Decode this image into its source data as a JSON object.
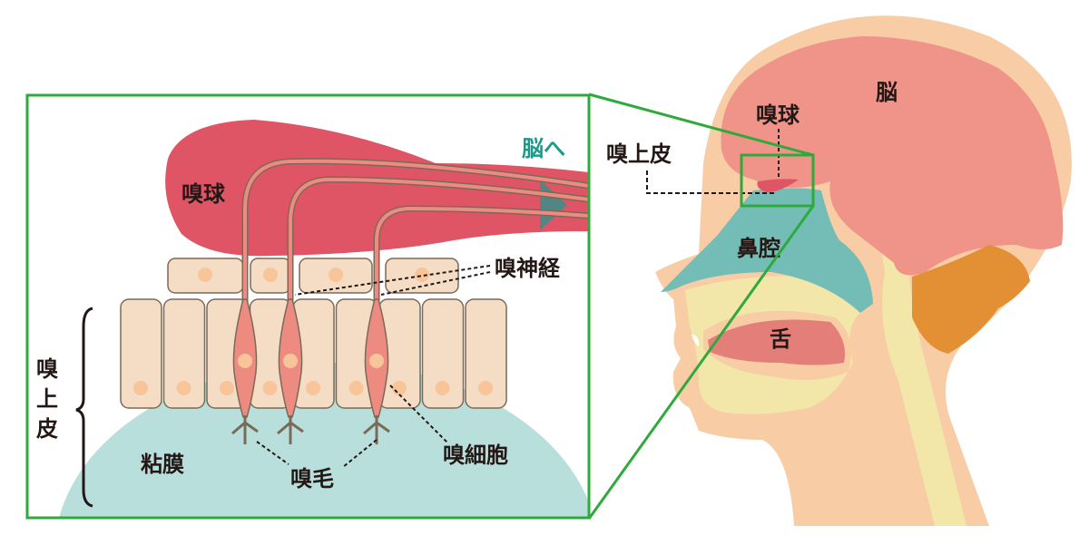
{
  "inset": {
    "to_brain": "脳へ",
    "olfactory_bulb": "嗅球",
    "olfactory_nerve": "嗅神経",
    "epithelium": [
      "嗅",
      "上",
      "皮"
    ],
    "mucosa": "粘膜",
    "cilia": "嗅毛",
    "olfactory_cell": "嗅細胞"
  },
  "head": {
    "brain": "脳",
    "olfactory_bulb": "嗅球",
    "epithelium": "嗅上皮",
    "nasal_cavity": "鼻腔",
    "tongue": "舌"
  },
  "colors": {
    "frame": "#2eaa3c",
    "bulb": "#e05565",
    "brain": "#f0948a",
    "skin": "#f8cda5",
    "cavity": "#74bcb6",
    "mucosa": "#b8dfdb",
    "cell": "#f5dcc4",
    "neuron": "#ee8b80",
    "cerebellum": "#e39035",
    "bone": "#f2e6a8"
  }
}
